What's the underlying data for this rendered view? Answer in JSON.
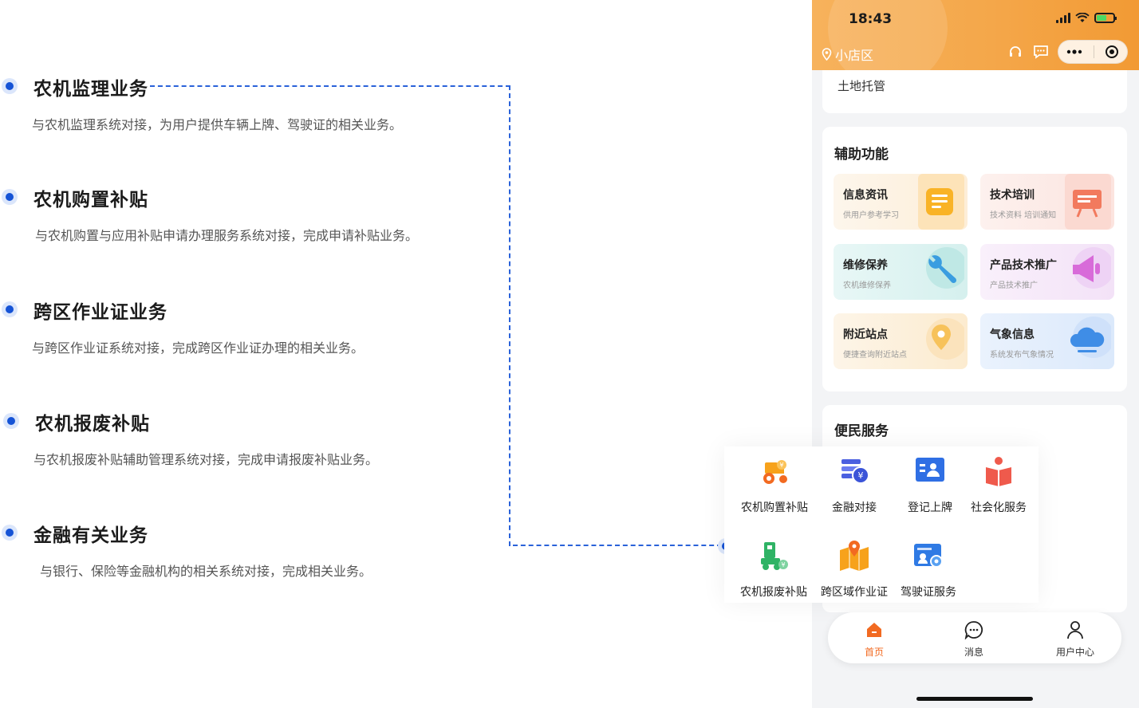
{
  "features": [
    {
      "title": "农机监理业务",
      "desc": "与农机监理系统对接，为用户提供车辆上牌、驾驶证的相关业务。"
    },
    {
      "title": "农机购置补贴",
      "desc": "与农机购置与应用补贴申请办理服务系统对接，完成申请补贴业务。"
    },
    {
      "title": "跨区作业证业务",
      "desc": "与跨区作业证系统对接，完成跨区作业证办理的相关业务。"
    },
    {
      "title": "农机报废补贴",
      "desc": "与农机报废补贴辅助管理系统对接，完成申请报废补贴业务。"
    },
    {
      "title": "金融有关业务",
      "desc": "与银行、保险等金融机构的相关系统对接，完成相关业务。"
    }
  ],
  "phone": {
    "status_time": "18:43",
    "location": "小店区",
    "top_card_text": "土地托管",
    "aux_title": "辅助功能",
    "aux_tiles": [
      {
        "title": "信息资讯",
        "sub": "供用户参考学习",
        "icon": "document-icon"
      },
      {
        "title": "技术培训",
        "sub": "技术资料 培训通知",
        "icon": "presentation-icon"
      },
      {
        "title": "维修保养",
        "sub": "农机维修保养",
        "icon": "wrench-icon"
      },
      {
        "title": "产品技术推广",
        "sub": "产品技术推广",
        "icon": "megaphone-icon"
      },
      {
        "title": "附近站点",
        "sub": "便捷查询附近站点",
        "icon": "location-pin-icon"
      },
      {
        "title": "气象信息",
        "sub": "系统发布气象情况",
        "icon": "cloud-icon"
      }
    ],
    "conv_title": "便民服务",
    "services": [
      {
        "label": "农机购置补贴",
        "icon": "tractor-icon"
      },
      {
        "label": "金融对接",
        "icon": "finance-icon"
      },
      {
        "label": "登记上牌",
        "icon": "id-card-icon"
      },
      {
        "label": "社会化服务",
        "icon": "book-user-icon"
      },
      {
        "label": "农机报废补贴",
        "icon": "harvester-icon"
      },
      {
        "label": "跨区域作业证",
        "icon": "map-icon"
      },
      {
        "label": "驾驶证服务",
        "icon": "license-icon"
      }
    ],
    "tabs": [
      {
        "label": "首页",
        "icon": "home-icon"
      },
      {
        "label": "消息",
        "icon": "message-icon"
      },
      {
        "label": "用户中心",
        "icon": "user-icon"
      }
    ],
    "colors": {
      "header": "#f4a74a",
      "accent": "#f26a21",
      "connector": "#2a62d9"
    }
  }
}
